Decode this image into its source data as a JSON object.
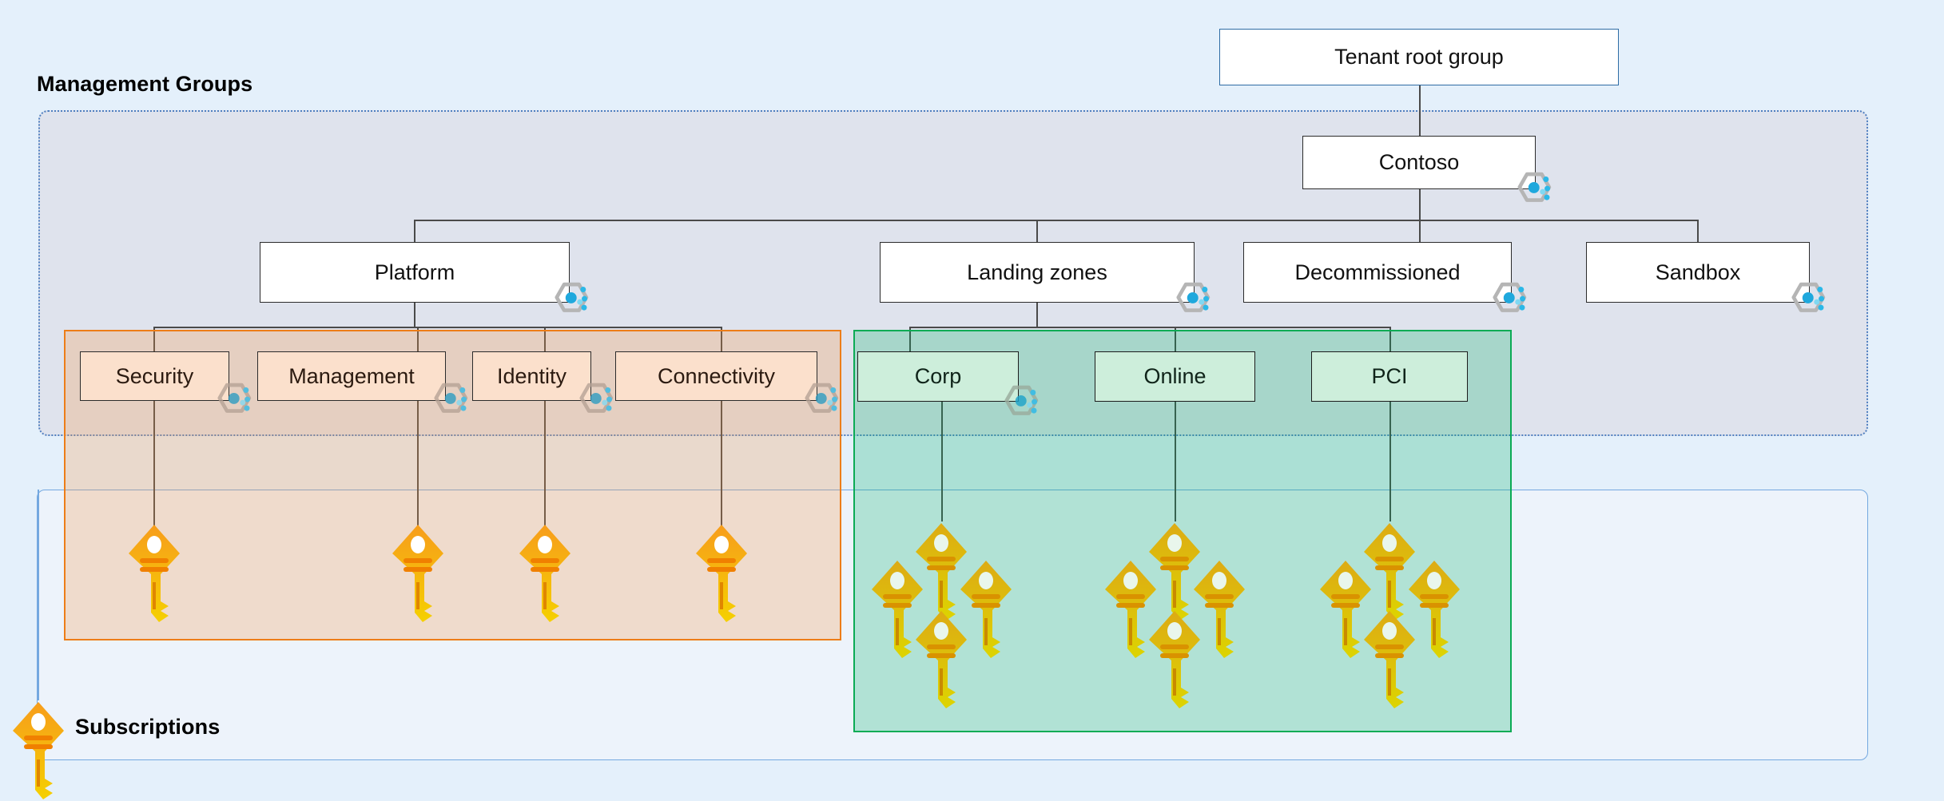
{
  "sections": {
    "management_groups_label": "Management Groups",
    "subscriptions_label": "Subscriptions"
  },
  "colors": {
    "page_background": "#e4f0fb",
    "mg_panel_background": "#dfe3ed",
    "mg_panel_border": "#4f7fc0",
    "subscriptions_panel_background": "#edf3fb",
    "subscriptions_panel_border": "#74a8e0",
    "platform_zone_border": "#ed7d18",
    "platform_zone_fill": "#f79646",
    "landing_zone_border": "#0bab55",
    "landing_zone_fill": "#00b064",
    "node_border": "#2b2b2b",
    "root_node_border": "#2e6ca4",
    "connector": "#4a4a4a",
    "mg_icon_accent": "#2bb8e8",
    "mg_icon_hex": "#b5b5b5",
    "key_orange": "#f7a823",
    "key_yellow": "#e8d400"
  },
  "icons": {
    "management_group": "management-group-hexagon-icon",
    "subscription": "subscription-key-icon"
  },
  "hierarchy": {
    "root": {
      "label": "Tenant root group",
      "has_mg_icon": false
    },
    "level1": {
      "label": "Contoso",
      "has_mg_icon": true
    },
    "level2": [
      {
        "label": "Platform",
        "has_mg_icon": true
      },
      {
        "label": "Landing zones",
        "has_mg_icon": true
      },
      {
        "label": "Decommissioned",
        "has_mg_icon": true
      },
      {
        "label": "Sandbox",
        "has_mg_icon": true
      }
    ],
    "platform_children": [
      {
        "label": "Security",
        "has_mg_icon": true,
        "subscriptions": 1
      },
      {
        "label": "Management",
        "has_mg_icon": true,
        "subscriptions": 1
      },
      {
        "label": "Identity",
        "has_mg_icon": true,
        "subscriptions": 1
      },
      {
        "label": "Connectivity",
        "has_mg_icon": true,
        "subscriptions": 1
      }
    ],
    "landing_zone_children": [
      {
        "label": "Corp",
        "has_mg_icon": true,
        "subscriptions": 4
      },
      {
        "label": "Online",
        "has_mg_icon": false,
        "subscriptions": 4
      },
      {
        "label": "PCI",
        "has_mg_icon": false,
        "subscriptions": 4
      }
    ]
  }
}
